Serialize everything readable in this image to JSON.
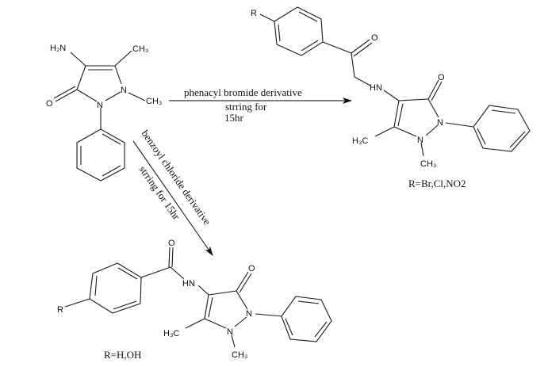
{
  "starting_material": {
    "labels": {
      "amine": "H₂N",
      "methyl_top": "CH₃",
      "n1": "N",
      "n_methyl": "CH₃",
      "n2": "N",
      "oxygen": "O"
    }
  },
  "reaction_1": {
    "reagent": "phenacyl bromide derivative",
    "condition_line1": "strring for",
    "condition_line2": "15hr"
  },
  "reaction_2": {
    "reagent": "benzoyl chloride derivative",
    "condition": "strring for 15hr"
  },
  "product_1": {
    "labels": {
      "r": "R",
      "ketone_o": "O",
      "hn": "HN",
      "ring_o": "O",
      "n2": "N",
      "n1": "N",
      "methyl_c": "H₃C",
      "n_methyl": "CH₃"
    },
    "substituents": "R=Br,Cl,NO2"
  },
  "product_2": {
    "labels": {
      "r": "R",
      "amide_o": "O",
      "hn": "HN",
      "ring_o": "O",
      "n2": "N",
      "n1": "N",
      "methyl_c": "H₃C",
      "n_methyl": "CH₃"
    },
    "substituents": "R=H,OH"
  }
}
